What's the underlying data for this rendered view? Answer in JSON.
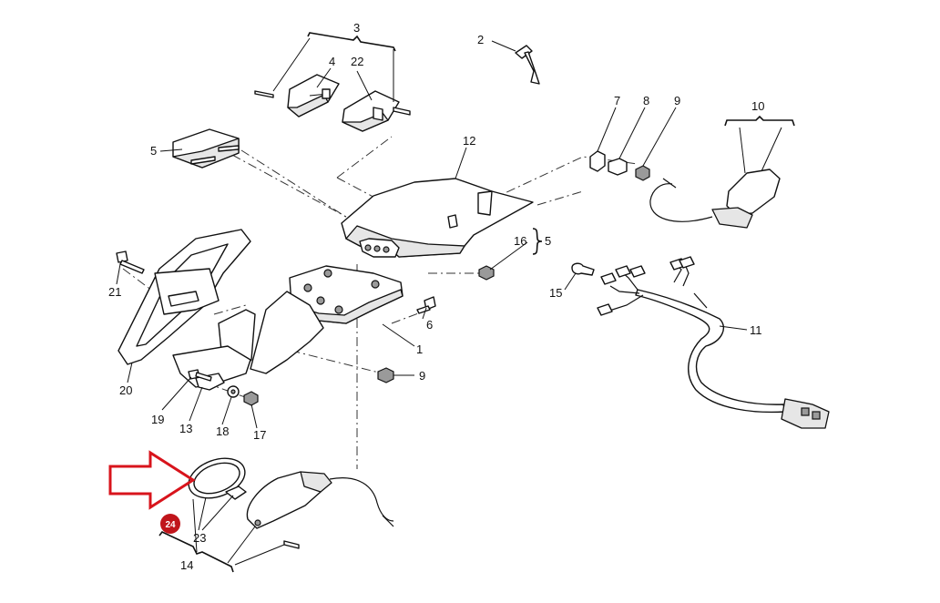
{
  "labels": {
    "p1": "1",
    "p2": "2",
    "p3": "3",
    "p4": "4",
    "p5a": "5",
    "p5b": "5",
    "p6": "6",
    "p7": "7",
    "p8": "8",
    "p9a": "9",
    "p9b": "9",
    "p10": "10",
    "p11": "11",
    "p12": "12",
    "p13": "13",
    "p14": "14",
    "p15": "15",
    "p16": "16",
    "p17": "17",
    "p18": "18",
    "p19": "19",
    "p20": "20",
    "p21": "21",
    "p22": "22",
    "p23": "23"
  },
  "badge": {
    "text": "24",
    "color": "#c0151b"
  },
  "arrow": {
    "color": "#d8141c",
    "icon": "right-arrow-icon"
  }
}
